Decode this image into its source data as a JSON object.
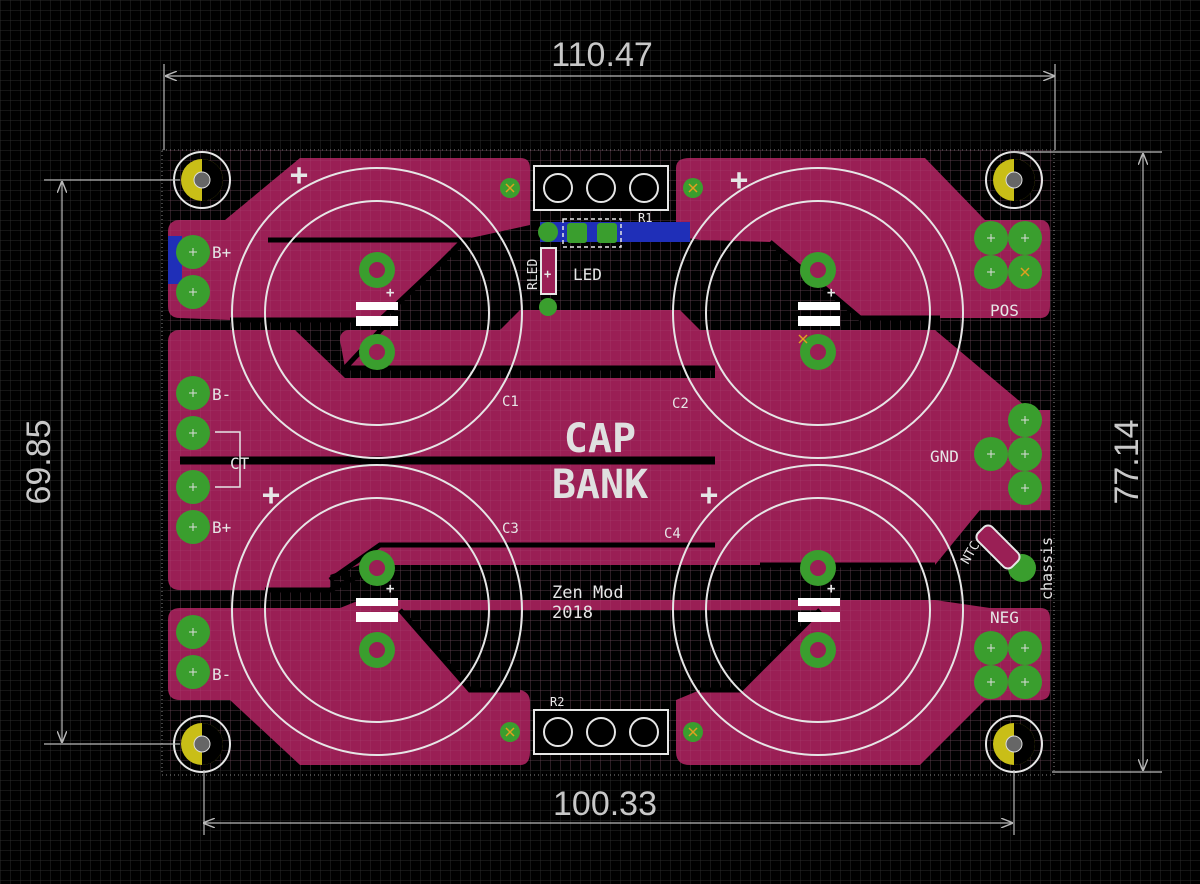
{
  "app": {
    "title": "PCB layout editor"
  },
  "dimensions": {
    "top_width": "110.47",
    "bottom_width": "100.33",
    "left_height": "69.85",
    "right_height": "77.14"
  },
  "board": {
    "title_line1": "CAP",
    "title_line2": "BANK",
    "credit_line1": "Zen Mod",
    "credit_line2": "2018"
  },
  "labels": {
    "b_plus_1": "B+",
    "b_minus_1": "B-",
    "ct": "CT",
    "b_plus_2": "B+",
    "b_minus_2": "B-",
    "pos": "POS",
    "gnd": "GND",
    "neg": "NEG",
    "chassis": "chassis",
    "ntc": "NTC",
    "led": "LED",
    "rled": "RLED",
    "r1": "R1",
    "r2": "R2",
    "c1": "C1",
    "c2": "C2",
    "c3": "C3",
    "c4": "C4",
    "plus": "+"
  },
  "colors": {
    "background": "#000000",
    "grid": "#2c2c2c",
    "copper": "#9a1f55",
    "pad": "#3a9e2e",
    "silkscreen": "#e6e6e6",
    "dimension": "#b8b8b8",
    "blue_layer": "#1f2fb8",
    "mount_hole": "#c9be17",
    "ratsnest": "#e0a020"
  }
}
